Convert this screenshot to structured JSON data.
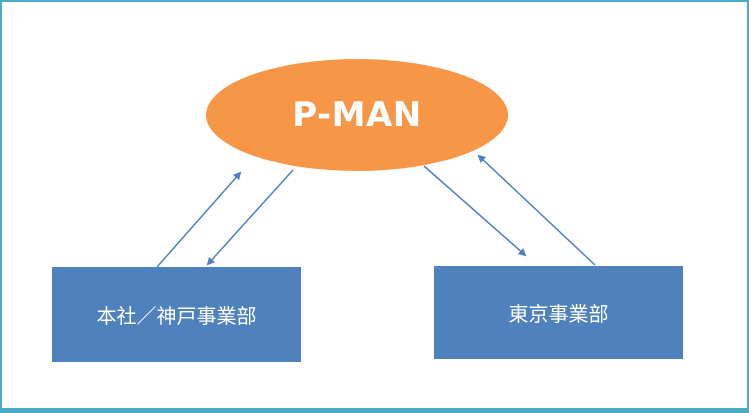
{
  "diagram": {
    "center_node": {
      "label": "P-MAN",
      "color": "#f79646"
    },
    "left_node": {
      "label": "本社／神戸事業部",
      "color": "#4f81bd"
    },
    "right_node": {
      "label": "東京事業部",
      "color": "#4f81bd"
    },
    "arrow_color": "#4f81bd",
    "frame_color": "#4bacc6"
  }
}
